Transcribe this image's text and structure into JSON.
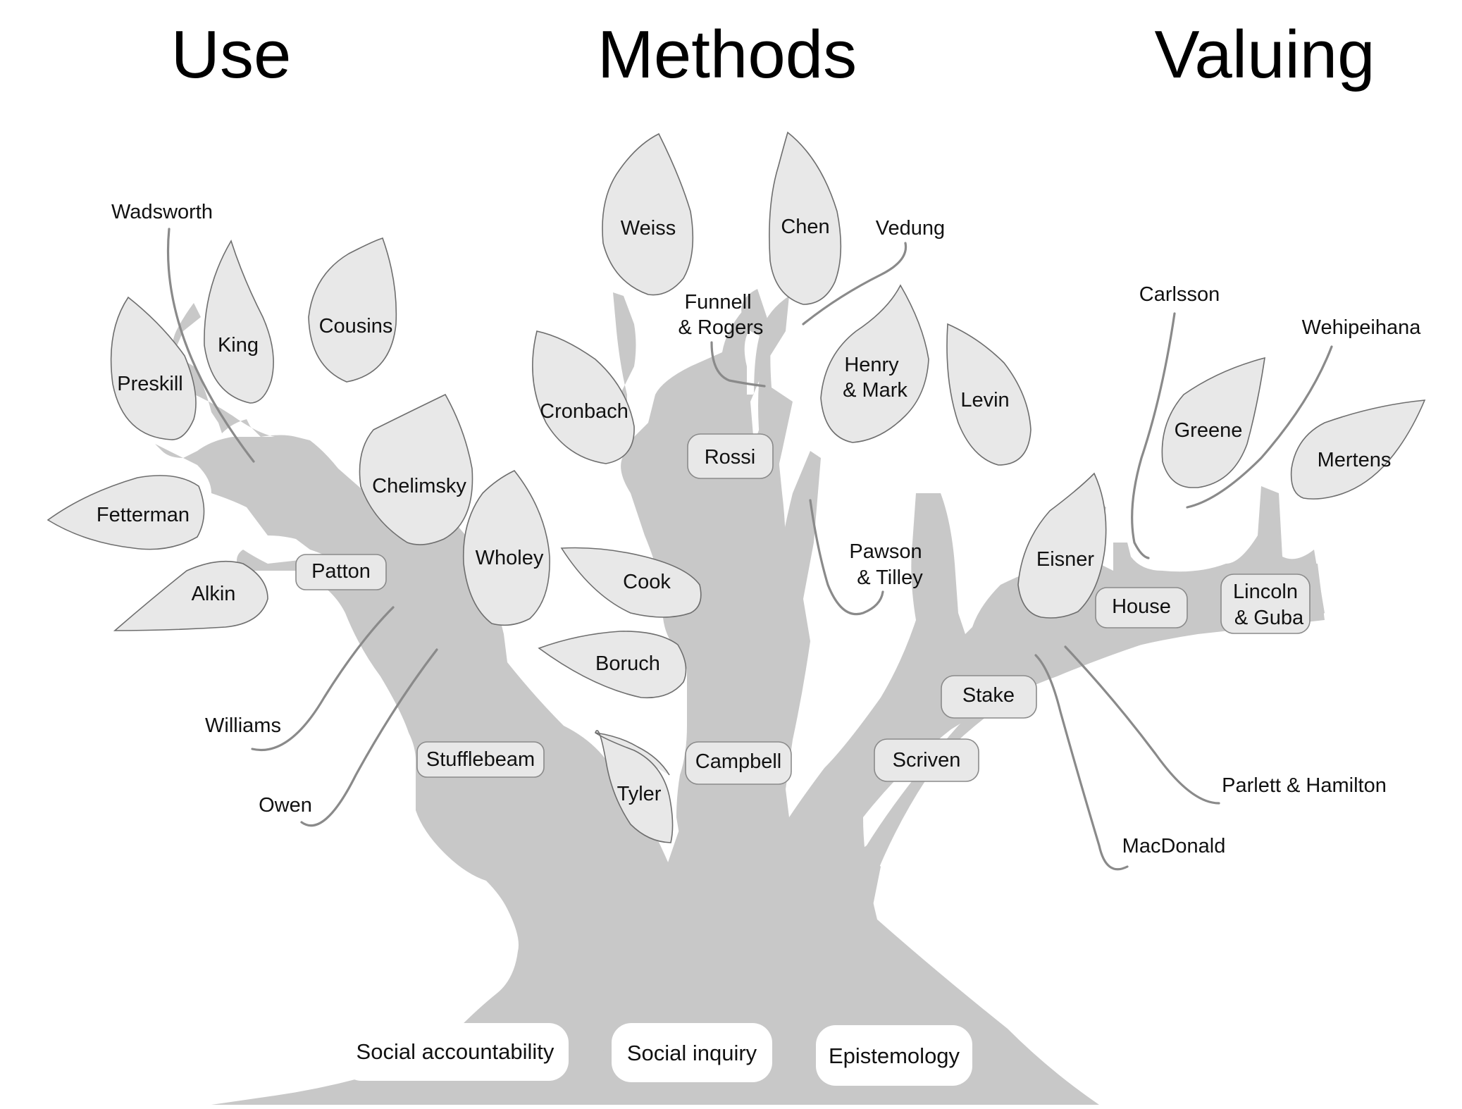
{
  "headings": {
    "use": "Use",
    "methods": "Methods",
    "valuing": "Valuing"
  },
  "roots": {
    "social_accountability": "Social accountability",
    "social_inquiry": "Social inquiry",
    "epistemology": "Epistemology"
  },
  "use_branch": {
    "leaves": {
      "preskill": "Preskill",
      "king": "King",
      "cousins": "Cousins",
      "fetterman": "Fetterman",
      "alkin": "Alkin",
      "chelimsky": "Chelimsky",
      "wholey": "Wholey"
    },
    "boxes": {
      "patton": "Patton",
      "stufflebeam": "Stufflebeam"
    },
    "callouts": {
      "wadsworth": "Wadsworth",
      "williams": "Williams",
      "owen": "Owen"
    }
  },
  "methods_branch": {
    "leaves": {
      "weiss": "Weiss",
      "chen": "Chen",
      "cronbach": "Cronbach",
      "henry_mark_1": "Henry",
      "henry_mark_2": "& Mark",
      "cook": "Cook",
      "boruch": "Boruch",
      "tyler": "Tyler"
    },
    "boxes": {
      "rossi": "Rossi",
      "campbell": "Campbell"
    },
    "callouts": {
      "funnell_1": "Funnell",
      "funnell_2": "& Rogers",
      "vedung": "Vedung",
      "pawson_1": "Pawson",
      "pawson_2": "& Tilley"
    }
  },
  "valuing_branch": {
    "leaves": {
      "levin": "Levin",
      "greene": "Greene",
      "mertens": "Mertens",
      "eisner": "Eisner"
    },
    "boxes": {
      "house": "House",
      "lincoln_1": "Lincoln",
      "lincoln_2": "& Guba",
      "stake": "Stake",
      "scriven": "Scriven"
    },
    "callouts": {
      "carlsson": "Carlsson",
      "wehipeihana": "Wehipeihana",
      "parlett": "Parlett & Hamilton",
      "macdonald": "MacDonald"
    }
  }
}
